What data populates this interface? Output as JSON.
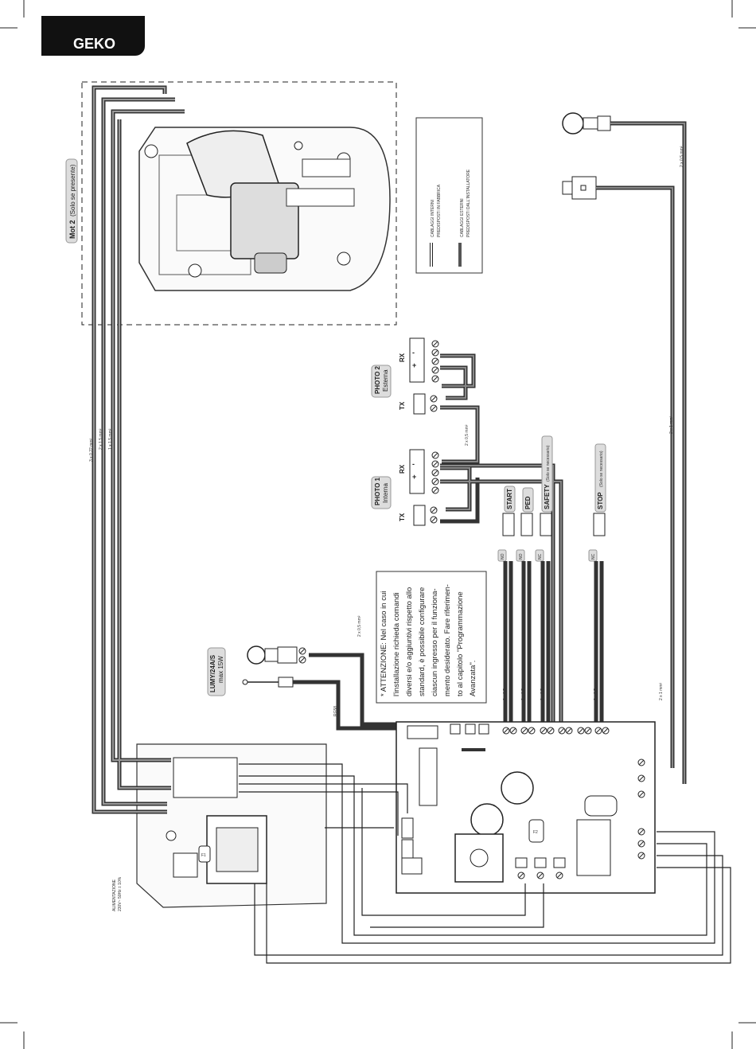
{
  "header": {
    "title": "GEKO"
  },
  "motor2": {
    "title": "Mot 2",
    "subtitle": "(Solo se presente)"
  },
  "legend": {
    "internal_line1": "CABLAGGI INTERNI",
    "internal_line2": "PREDISPOSTI IN FABBRICA",
    "external_line1": "CABLAGGI ESTERNI",
    "external_line2": "PREDISPOSTI DALL'INSTALLATORE"
  },
  "photo1": {
    "title": "PHOTO 1",
    "subtitle": "Interna",
    "tx": "TX",
    "rx": "RX"
  },
  "photo2": {
    "title": "PHOTO 2",
    "subtitle": "Esterna",
    "tx": "TX",
    "rx": "RX"
  },
  "inputs": {
    "start": "START",
    "ped": "PED",
    "safety": "SAFETY",
    "safety_note": "(Solo se necessario)",
    "stop": "STOP",
    "stop_note": "(Solo se necessario)",
    "no1": "NO",
    "no2": "NO",
    "nc1": "NC",
    "nc2": "NC"
  },
  "lumy": {
    "title": "LUMY/24A/S",
    "subtitle": "max 15W"
  },
  "power": {
    "line1": "ALIMENTAZIONE",
    "line2": "230V~ 50Hz ± 10%"
  },
  "note": {
    "l1": "* ATTENZIONE: Nel caso in cui",
    "l2": "l'installazione richieda comandi",
    "l3": "diversi e/o aggiuntivi rispetto allo",
    "l4": "standard, è possibile configurare",
    "l5": "ciascun ingresso per il funziona-",
    "l6": "mento desiderato. Fare riferimen-",
    "l7": "to al capitolo \"Programmazione",
    "l8": "Avanzata\"."
  },
  "wire_labels": {
    "w1": "3 x 0,22 mm²",
    "w2": "2 x 1,5 mm²",
    "w3": "1 x 1,5 mm²",
    "w4": "2 x 0,5 mm²",
    "w5": "2 x 0,5 mm²",
    "w6": "2 x 1 mm²",
    "w7": "2 x 0,5 mm²",
    "w8": "2 x 1 mm²",
    "w9": "2 x 0,5 mm²",
    "w10": "2 x 0,5 mm²",
    "w11": "2 x 0,5 mm²",
    "w12": "2 x 0,5 mm²",
    "w13": "2 x 0,5 mm²",
    "fuse": "F1",
    "fuse2": "F2",
    "antenna": "RG58"
  },
  "colors": {
    "tab": "#111111",
    "external_wire": "#555555",
    "internal_wire": "#ffffff",
    "line": "#222222"
  }
}
